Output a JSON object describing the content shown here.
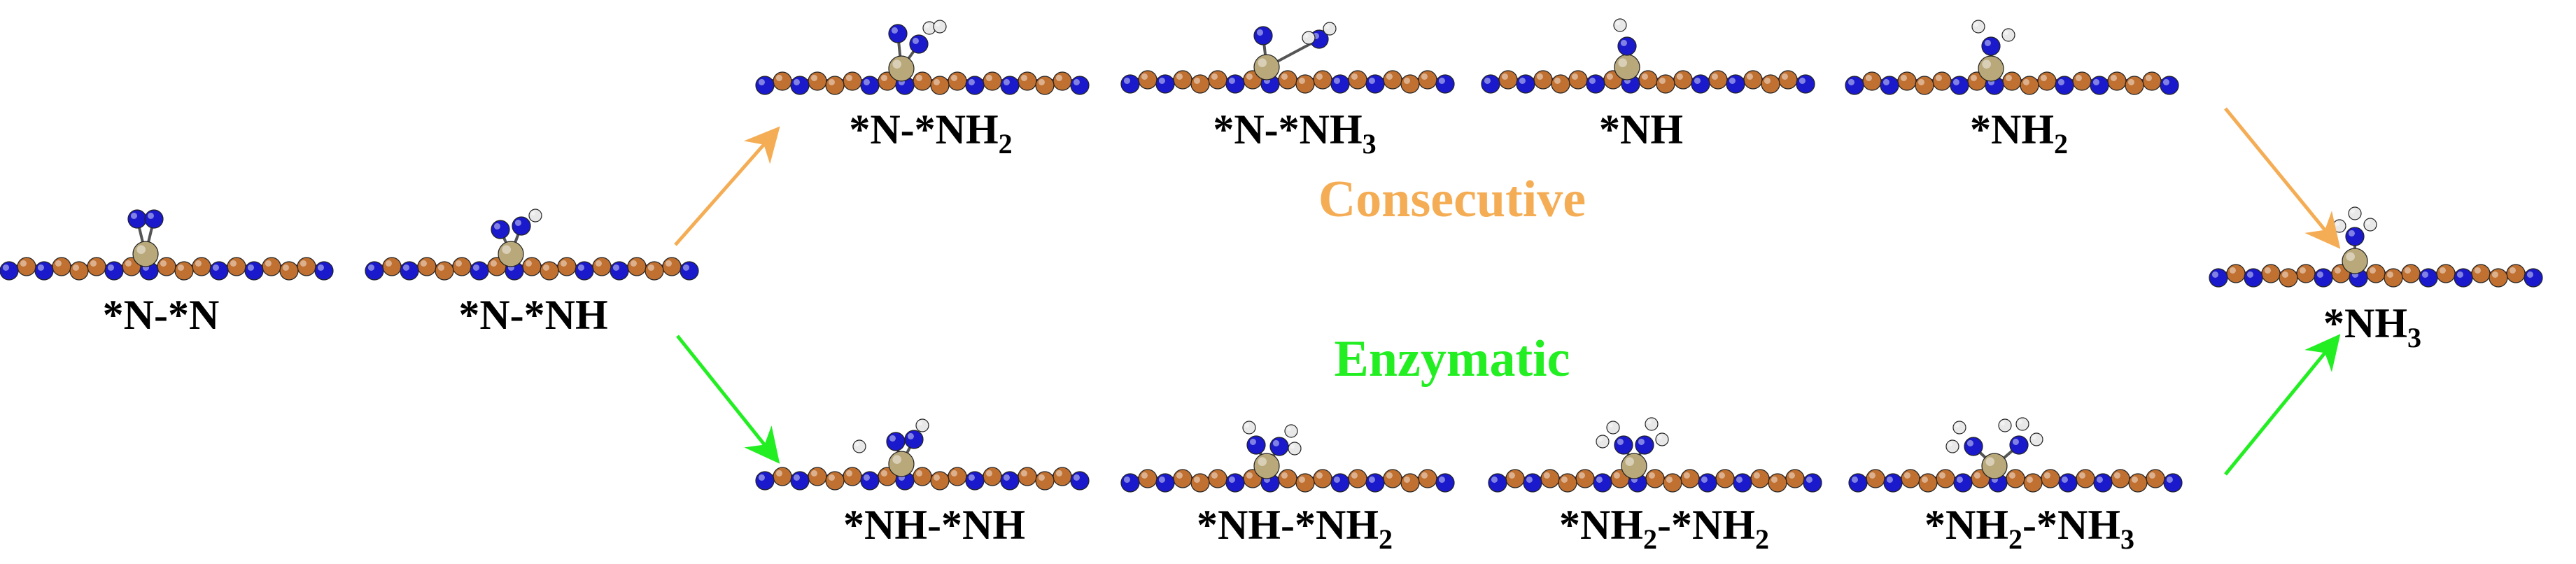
{
  "colors": {
    "consecutive": "#f5ad55",
    "enzymatic": "#22ee22",
    "nitrogen": "#1a1acc",
    "hydrogen": "#e8e8e8",
    "substrate": "#c07030",
    "metal": "#b8a87a"
  },
  "pathways": {
    "consecutive": "Consecutive",
    "enzymatic": "Enzymatic"
  },
  "species": [
    {
      "id": "n-n",
      "text": "*N-*N",
      "sub": ""
    },
    {
      "id": "n-nh",
      "text": "*N-*NH",
      "sub": ""
    },
    {
      "id": "n-nh2",
      "text": "*N-*NH",
      "sub": "2"
    },
    {
      "id": "n-nh3",
      "text": "*N-*NH",
      "sub": "3"
    },
    {
      "id": "nh",
      "text": "*NH",
      "sub": ""
    },
    {
      "id": "nh2",
      "text": "*NH",
      "sub": "2"
    },
    {
      "id": "nh3",
      "text": "*NH",
      "sub": "3"
    },
    {
      "id": "nh-nh",
      "text": "*NH-*NH",
      "sub": ""
    },
    {
      "id": "nh-nh2",
      "text": "*NH-*NH",
      "sub": "2"
    },
    {
      "id": "nh2-nh2",
      "pre": "*NH",
      "presub": "2",
      "text": "-*NH",
      "sub": "2"
    },
    {
      "id": "nh2-nh3",
      "pre": "*NH",
      "presub": "2",
      "text": "-*NH",
      "sub": "3"
    }
  ]
}
